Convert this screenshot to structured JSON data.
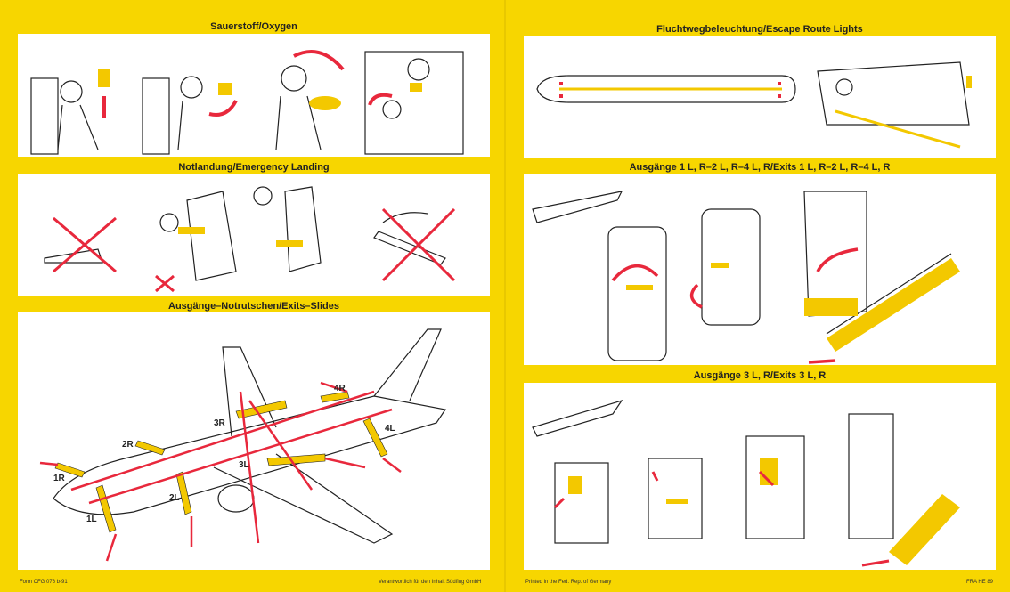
{
  "left": {
    "oxygen_title": "Sauerstoff/Oxygen",
    "landing_title": "Notlandung/Emergency Landing",
    "slides_title": "Ausgänge–Notrutschen/Exits–Slides",
    "slide_labels": [
      "1R",
      "1L",
      "2R",
      "2L",
      "3R",
      "3L",
      "4R",
      "4L"
    ],
    "footer_left": "Form CFG 076 b-91",
    "footer_right": "Verantwortlich für den Inhalt Südflug GmbH"
  },
  "right": {
    "lights_title": "Fluchtwegbeleuchtung/Escape Route Lights",
    "exits1_title": "Ausgänge 1 L, R–2 L, R–4 L, R/Exits 1 L, R–2 L, R–4 L, R",
    "exits3_title": "Ausgänge 3 L, R/Exits 3 L, R",
    "footer_left": "Printed in the Fed. Rep. of Germany",
    "footer_right": "FRA HE 89"
  },
  "colors": {
    "background": "#f7d600",
    "accent_red": "#e8283c",
    "slide_yellow": "#f3c800"
  }
}
